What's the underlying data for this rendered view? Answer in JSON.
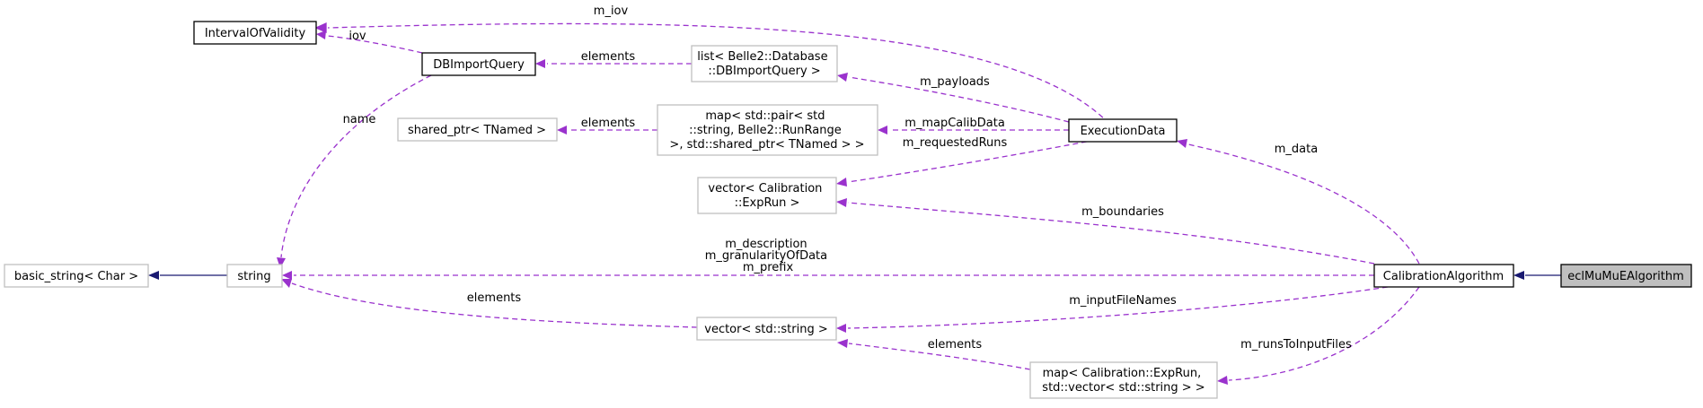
{
  "colors": {
    "usage_edge": "#9a32cd",
    "inheritance_edge": "#191970",
    "documented_border": "#000000",
    "undocumented_border": "#bfbfbf",
    "selected_fill": "#bfbfbf"
  },
  "nodes": {
    "interval_of_validity": [
      "IntervalOfValidity"
    ],
    "db_import_query": [
      "DBImportQuery"
    ],
    "list_dbimportquery": [
      "list< Belle2::Database",
      "::DBImportQuery >"
    ],
    "shared_ptr_tnamed": [
      "shared_ptr< TNamed >"
    ],
    "map_pair_runrange": [
      "map< std::pair< std",
      "::string, Belle2::RunRange",
      " >, std::shared_ptr< TNamed > >"
    ],
    "execution_data": [
      "ExecutionData"
    ],
    "vector_exprun": [
      "vector< Calibration",
      "::ExpRun >"
    ],
    "basic_string": [
      "basic_string< Char >"
    ],
    "string": [
      "string"
    ],
    "calibration_algorithm": [
      "CalibrationAlgorithm"
    ],
    "eclmumue_algorithm": [
      "eclMuMuEAlgorithm"
    ],
    "vector_string": [
      "vector< std::string >"
    ],
    "map_exprun_vector": [
      "map< Calibration::ExpRun,",
      "std::vector< std::string > >"
    ]
  },
  "edge_labels": {
    "m_iov": [
      "m_iov"
    ],
    "iov": [
      "iov"
    ],
    "elements_list": [
      "elements"
    ],
    "m_payloads": [
      "m_payloads"
    ],
    "name": [
      "name"
    ],
    "elements_shared": [
      "elements"
    ],
    "m_mapCalibData": [
      "m_mapCalibData"
    ],
    "m_requestedRuns": [
      "m_requestedRuns"
    ],
    "m_data": [
      "m_data"
    ],
    "m_boundaries": [
      "m_boundaries"
    ],
    "m_description": [
      "m_description",
      "m_granularityOfData",
      "m_prefix"
    ],
    "elements_vector": [
      "elements"
    ],
    "m_inputFileNames": [
      "m_inputFileNames"
    ],
    "elements_map": [
      "elements"
    ],
    "m_runsToInputFiles": [
      "m_runsToInputFiles"
    ]
  }
}
